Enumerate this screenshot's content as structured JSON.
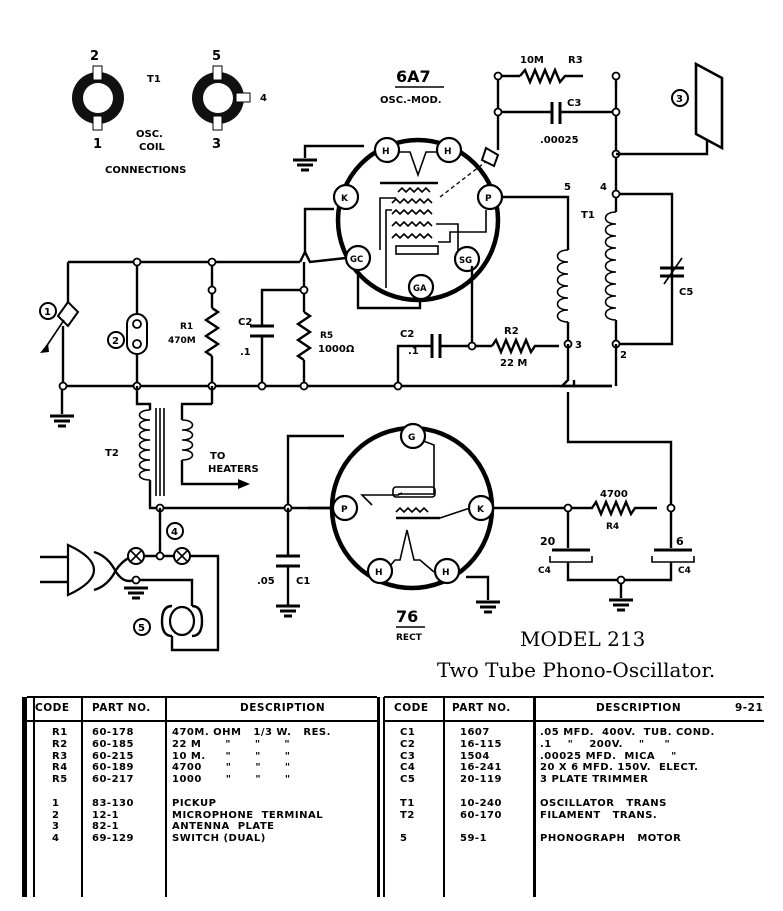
{
  "coil_connections": {
    "label": "T1",
    "caption_lines": [
      "OSC.",
      "COIL",
      "CONNECTIONS"
    ],
    "left_coil_pins": [
      "2",
      "1"
    ],
    "right_coil_pins": [
      "5",
      "3",
      "4"
    ]
  },
  "tube_6a7": {
    "name": "6A7",
    "function": "OSC.-MOD.",
    "pins": [
      "H",
      "H",
      "K",
      "P",
      "GC",
      "SG",
      "GA"
    ]
  },
  "tube_76": {
    "name": "76",
    "function": "RECT",
    "pins": [
      "G",
      "P",
      "K",
      "H",
      "H"
    ]
  },
  "schematic_labels": {
    "r3_value": "10M",
    "r3": "R3",
    "c3": "C3",
    "c3_value": ".00025",
    "antenna": "3",
    "t1": "T1",
    "t1_pin4": "4",
    "t1_pin5": "5",
    "t1_pin3": "3",
    "t1_pin2": "2",
    "c5": "C5",
    "pickup": "1",
    "mic": "2",
    "r1": "R1",
    "r1_value": "470M",
    "c2a": "C2",
    "c2a_value": ".1",
    "r5": "R5",
    "r5_value": "1000Ω",
    "c2b": "C2",
    "c2b_value": ".1",
    "r2": "R2",
    "r2_value": "22 M",
    "t2": "T2",
    "heaters_line1": "TO",
    "heaters_line2": "HEATERS",
    "switch": "4",
    "motor": "5",
    "c1_value": ".05",
    "c1": "C1",
    "r4_value": "4700",
    "r4": "R4",
    "c4a_value": "20",
    "c4a": "C4",
    "c4b_value": "6",
    "c4b": "C4"
  },
  "title": {
    "model": "MODEL 213",
    "subtitle": "Two Tube Phono-Oscillator."
  },
  "parts_table": {
    "left": {
      "headers": [
        "CODE",
        "PART NO.",
        "DESCRIPTION"
      ],
      "rows": [
        [
          "R1",
          "60-178",
          "470M. OHM   1/3 W.   RES."
        ],
        [
          "R2",
          "60-185",
          "22 M      \"      \"      \""
        ],
        [
          "R3",
          "60-215",
          "10 M.     \"      \"      \""
        ],
        [
          "R4",
          "60-189",
          "4700      \"      \"      \""
        ],
        [
          "R5",
          "60-217",
          "1000      \"      \"      \""
        ],
        [
          "",
          "",
          ""
        ],
        [
          "1",
          "83-130",
          "PICKUP"
        ],
        [
          "2",
          "12-1",
          "MICROPHONE  TERMINAL"
        ],
        [
          "3",
          "82-1",
          "ANTENNA  PLATE"
        ],
        [
          "4",
          "69-129",
          "SWITCH (DUAL)"
        ]
      ]
    },
    "right": {
      "headers": [
        "CODE",
        "PART NO.",
        "DESCRIPTION"
      ],
      "revision": "9-21",
      "rows": [
        [
          "C1",
          "1607",
          ".05 MFD.  400V.  TUB. COND."
        ],
        [
          "C2",
          "16-115",
          ".1    \"    200V.    \"     \""
        ],
        [
          "C3",
          "1504",
          ".00025 MFD.  MICA    \""
        ],
        [
          "C4",
          "16-241",
          "20 X 6 MFD. 150V.  ELECT."
        ],
        [
          "C5",
          "20-119",
          "3 PLATE TRIMMER"
        ],
        [
          "",
          "",
          ""
        ],
        [
          "T1",
          "10-240",
          "OSCILLATOR   TRANS"
        ],
        [
          "T2",
          "60-170",
          "FILAMENT   TRANS."
        ],
        [
          "",
          "",
          ""
        ],
        [
          "5",
          "59-1",
          "PHONOGRAPH   MOTOR"
        ]
      ]
    }
  }
}
